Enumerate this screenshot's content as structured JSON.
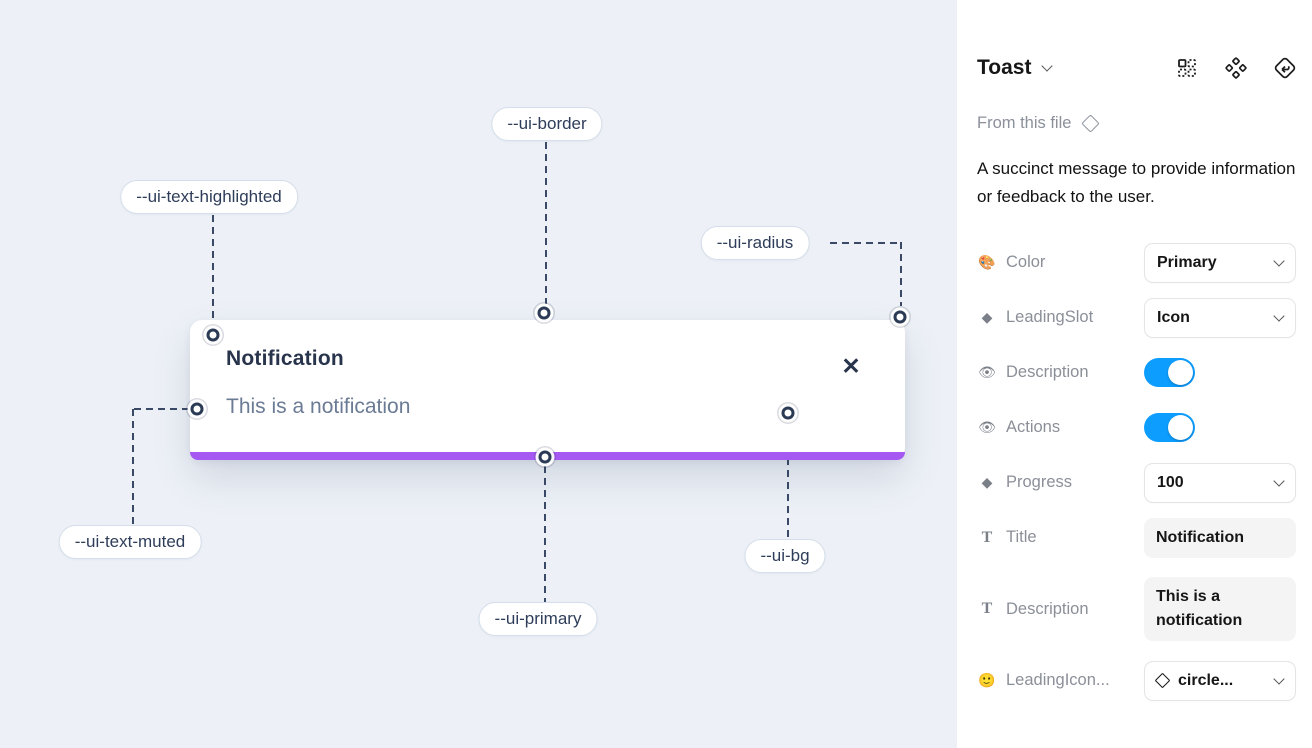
{
  "canvas": {
    "toast": {
      "title": "Notification",
      "description": "This is a notification",
      "close_glyph": "✕"
    },
    "labels": [
      {
        "id": "ui-border",
        "text": "--ui-border"
      },
      {
        "id": "ui-text-highlighted",
        "text": "--ui-text-highlighted"
      },
      {
        "id": "ui-radius",
        "text": "--ui-radius"
      },
      {
        "id": "ui-text-muted",
        "text": "--ui-text-muted"
      },
      {
        "id": "ui-primary",
        "text": "--ui-primary"
      },
      {
        "id": "ui-bg",
        "text": "--ui-bg"
      }
    ]
  },
  "panel": {
    "title": "Toast",
    "source_label": "From this file",
    "description": "A succinct message to provide information or feedback to the user.",
    "header_icons": [
      "instance-grid",
      "variants",
      "go-to-main-component"
    ],
    "rows": [
      {
        "icon_glyph": "🎨",
        "label": "Color",
        "control": "select",
        "value": "Primary"
      },
      {
        "icon_glyph": "◆",
        "label": "LeadingSlot",
        "control": "select",
        "value": "Icon"
      },
      {
        "icon_glyph": "👁",
        "label": "Description",
        "control": "toggle",
        "state": "on"
      },
      {
        "icon_glyph": "👁",
        "label": "Actions",
        "control": "toggle",
        "state": "on"
      },
      {
        "icon_glyph": "◆",
        "label": "Progress",
        "control": "select",
        "value": "100"
      },
      {
        "icon_glyph": "T",
        "label": "Title",
        "control": "textfield",
        "value": "Notification"
      },
      {
        "icon_glyph": "T",
        "label": "Description",
        "control": "textfield",
        "value": "This is a notification"
      },
      {
        "icon_glyph": "🙂",
        "label": "LeadingIcon...",
        "control": "select-icon",
        "value": "circle..."
      }
    ]
  },
  "colors": {
    "canvas_bg": "#edf1f7",
    "toast_progress_purple": "#a558f2",
    "toggle_blue": "#0d9dff",
    "annotation_ink": "#2e3d59",
    "muted_text": "#6b7b95"
  }
}
